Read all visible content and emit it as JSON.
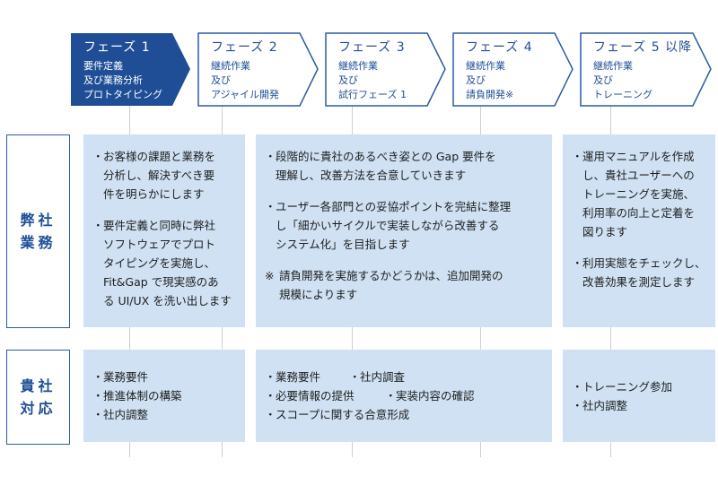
{
  "colors": {
    "accent_dark": "#1f4e97",
    "accent_border": "#2a5aa6",
    "box_bg": "#cfe1f3",
    "divider": "#cfcfcf"
  },
  "phases": [
    {
      "title": "フェーズ 1",
      "sub": [
        "要件定義",
        "及び業務分析",
        "プロトタイピング"
      ]
    },
    {
      "title": "フェーズ 2",
      "sub": [
        "継続作業",
        "及び",
        "アジャイル開発"
      ]
    },
    {
      "title": "フェーズ 3",
      "sub": [
        "継続作業",
        "及び",
        "試行フェーズ 1"
      ]
    },
    {
      "title": "フェーズ 4",
      "sub": [
        "継続作業",
        "及び",
        "請負開発※"
      ]
    },
    {
      "title": "フェーズ 5 以降",
      "sub": [
        "継続作業",
        "及び",
        "トレーニング"
      ]
    }
  ],
  "rows": {
    "ours": {
      "label_line1": "弊社",
      "label_line2": "業務"
    },
    "yours": {
      "label_line1": "貴社",
      "label_line2": "対応"
    }
  },
  "bullet": "・",
  "ours_boxes": {
    "col1": {
      "items": [
        "お客様の課題と業務を\n分析し、解決すべき要\n件を明らかにします",
        "要件定義と同時に弊社\nソフトウェアでプロト\nタイピングを実施し、\nFit&Gap で現実感のあ\nる UI/UX を洗い出します"
      ]
    },
    "col2": {
      "items": [
        "段階的に貴社のあるべき姿との Gap 要件を\n理解し、改善方法を合意していきます",
        "ユーザー各部門との妥協ポイントを完結に整理\nし「細かいサイクルで実装しながら改善する\nシステム化」を目指します"
      ],
      "note_mark": "※",
      "note": "請負開発を実施するかどうかは、追加開発の\n規模によります"
    },
    "col3": {
      "items": [
        "運用マニュアルを作成\nし、貴社ユーザーへの\nトレーニングを実施、\n利用率の向上と定着を\n図ります",
        "利用実態をチェックし、\n改善効果を測定します"
      ]
    }
  },
  "yours_boxes": {
    "col1": {
      "items": [
        "業務要件",
        "推進体制の構築",
        "社内調整"
      ]
    },
    "col2": {
      "line1_a": "業務要件",
      "line1_b": "社内調査",
      "line2_a": "必要情報の提供",
      "line2_b": "実装内容の確認",
      "line3": "スコープに関する合意形成"
    },
    "col3": {
      "items": [
        "トレーニング参加",
        "社内調整"
      ]
    }
  }
}
